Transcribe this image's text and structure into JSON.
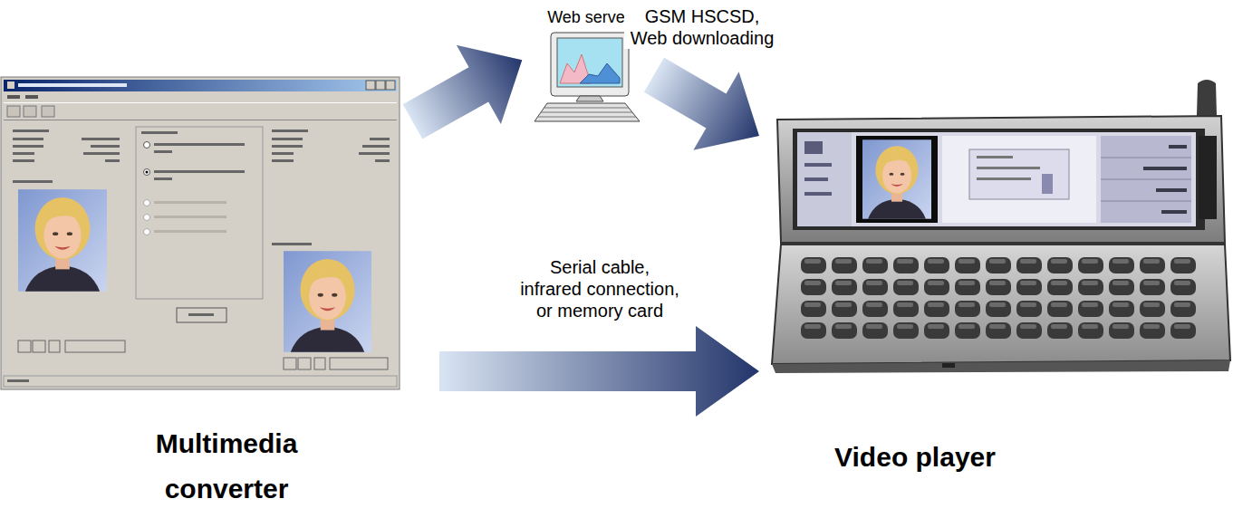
{
  "diagram": {
    "nodes": [
      {
        "text": [
          "Multimedia converter"
        ]
      },
      {
        "text": [
          "Web server"
        ]
      },
      {
        "text": [
          "Video player"
        ]
      }
    ],
    "edges": [
      {
        "from": 0,
        "to": 1,
        "arrow": "to"
      },
      {
        "from": 1,
        "to": 2,
        "arrow": "to",
        "label": "GSM HSCSD, Web downloading"
      },
      {
        "from": 0,
        "to": 2,
        "arrow": "to",
        "label": "Serial cable, infrared connection, or memory card"
      }
    ]
  }
}
